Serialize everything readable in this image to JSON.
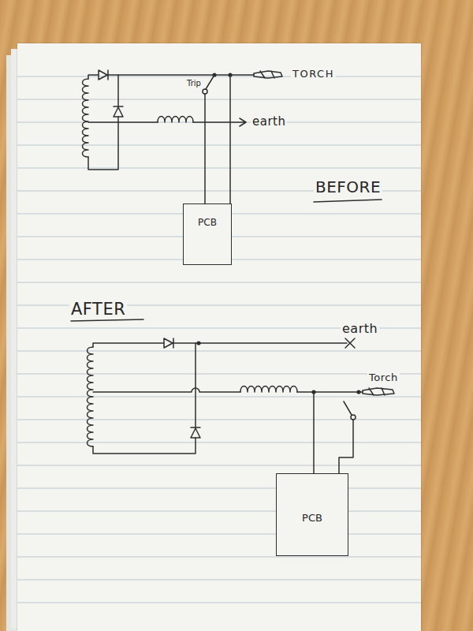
{
  "diagram": {
    "nodes": [
      {
        "text": [
          "PCB"
        ]
      },
      {
        "text": [
          "PCB"
        ]
      }
    ],
    "labels": [
      "TORCH",
      "Trip",
      "earth",
      "BEFORE",
      "AFTER",
      "earth",
      "Torch"
    ]
  }
}
